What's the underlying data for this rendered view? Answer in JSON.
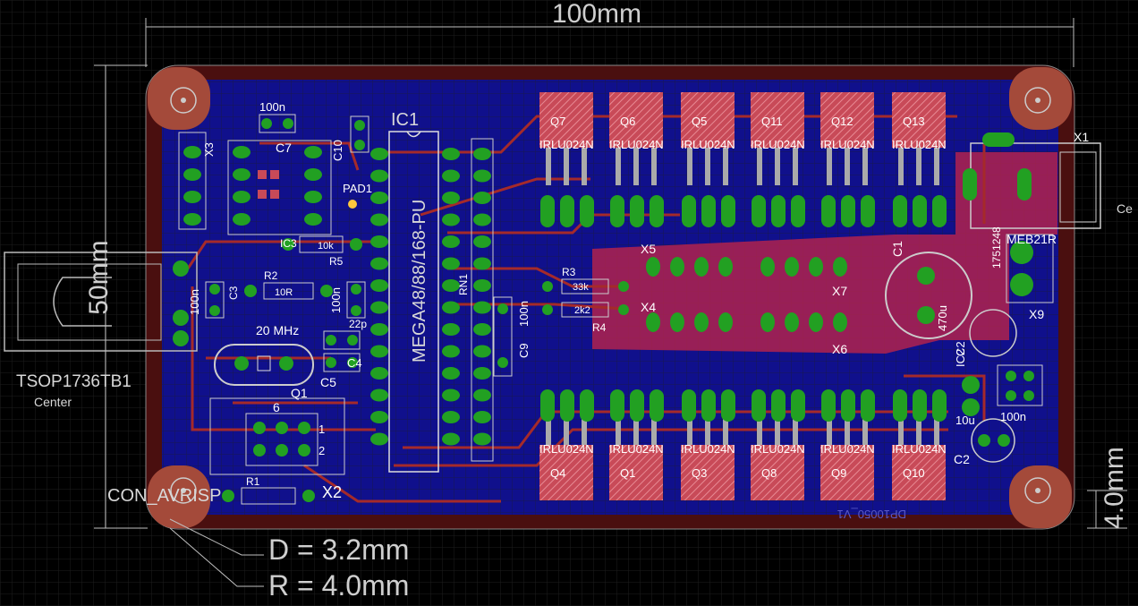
{
  "colors": {
    "background": "#000000",
    "grid": "#1d1d1d",
    "board_fill": "#0d0d8a",
    "top_copper": "#b01c1c",
    "bottom_copper": "#3a3ad8",
    "pad": "#22a022",
    "mount_hole": "#a8483a",
    "silkscreen": "#d9d9d9",
    "dimension": "#bfbfbf",
    "smd_pad": "#c84a58"
  },
  "dimensions": {
    "width": "100mm",
    "height": "50mm",
    "edge": "4.0mm",
    "drill": "D = 3.2mm",
    "radius": "R = 4.0mm"
  },
  "labels": {
    "ic1": "IC1",
    "mcu": "MEGA48/88/168-PU",
    "tsop": "TSOP1736TB1",
    "center": "Center",
    "center_right": "Ce",
    "con_avrisp": "CON_AVRISP",
    "x1": "X1",
    "x2": "X2",
    "x3": "X3",
    "x4": "X4",
    "x5": "X5",
    "x6": "X6",
    "x7": "X7",
    "x9": "X9",
    "meb21r": "MEB21R",
    "pad1": "PAD1",
    "xtal": "20 MHz",
    "q1": "Q1",
    "c1": "C1",
    "c2_top": "C2",
    "c2_bottom": "C2",
    "c3": "C3",
    "c4": "C4",
    "c5": "C5",
    "c7": "C7",
    "c9": "C9",
    "c10": "C10",
    "ic2": "IC2",
    "ic3": "IC3",
    "r1": "R1",
    "r2": "R2",
    "r3": "R3",
    "r4": "R4",
    "r5": "R5",
    "rn1": "RN1",
    "v100n_a": "100n",
    "v100n_b": "100n",
    "v100n_c": "100n",
    "v100n_d": "100n",
    "v100n_e": "100n",
    "v470u": "470u",
    "v10u": "10u",
    "v10k": "10k",
    "v10r": "10R",
    "v33k": "33k",
    "v2k2": "2k2",
    "v22p": "22p",
    "part_num": "1751248",
    "num6": "6",
    "num1": "1",
    "num2": "2",
    "board_code": "DP10050_V1"
  },
  "mosfets_top": [
    {
      "ref": "Q7",
      "part": "IRLU024N"
    },
    {
      "ref": "Q6",
      "part": "IRLU024N"
    },
    {
      "ref": "Q5",
      "part": "IRLU024N"
    },
    {
      "ref": "Q11",
      "part": "IRLU024N"
    },
    {
      "ref": "Q12",
      "part": "IRLU024N"
    },
    {
      "ref": "Q13",
      "part": "IRLU024N"
    }
  ],
  "mosfets_bottom": [
    {
      "ref": "Q4",
      "part": "IRLU024N"
    },
    {
      "ref": "Q1",
      "part": "IRLU024N"
    },
    {
      "ref": "Q3",
      "part": "IRLU024N"
    },
    {
      "ref": "Q8",
      "part": "IRLU024N"
    },
    {
      "ref": "Q9",
      "part": "IRLU024N"
    },
    {
      "ref": "Q10",
      "part": "IRLU024N"
    }
  ]
}
